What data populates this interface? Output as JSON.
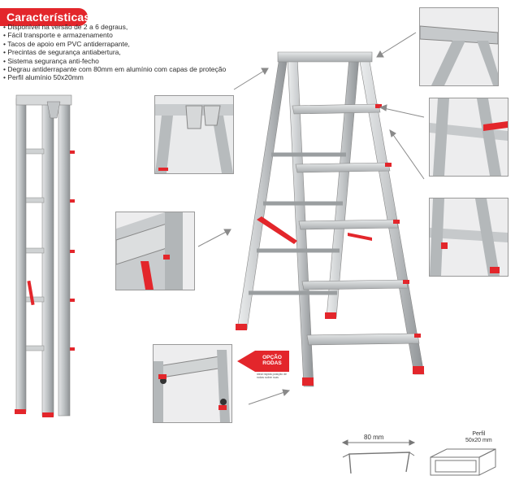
{
  "header": {
    "title": "Características"
  },
  "features": [
    "Disponível na versão de 2 a 6 degraus,",
    "Fácil transporte e armazenamento",
    "Tacos de apoio em PVC antiderrapante,",
    "Precintas de segurança antiabertura,",
    "Sistema segurança anti-fecho",
    "Degrau antiderrapante com 80mm em alumínio com capas de proteção",
    "Perfil alumínio 50x20mm"
  ],
  "option_badge": {
    "line1": "OPÇÃO",
    "line2": "RODAS",
    "caption": "ideal rápida posição de rodas sobre ruas"
  },
  "dimensions": {
    "step_width": "80 mm",
    "profile_title": "Perfil",
    "profile_size": "50x20 mm"
  },
  "colors": {
    "accent": "#e3262b",
    "aluminium": "#c9ccce",
    "aluminium_dark": "#8e9295"
  }
}
